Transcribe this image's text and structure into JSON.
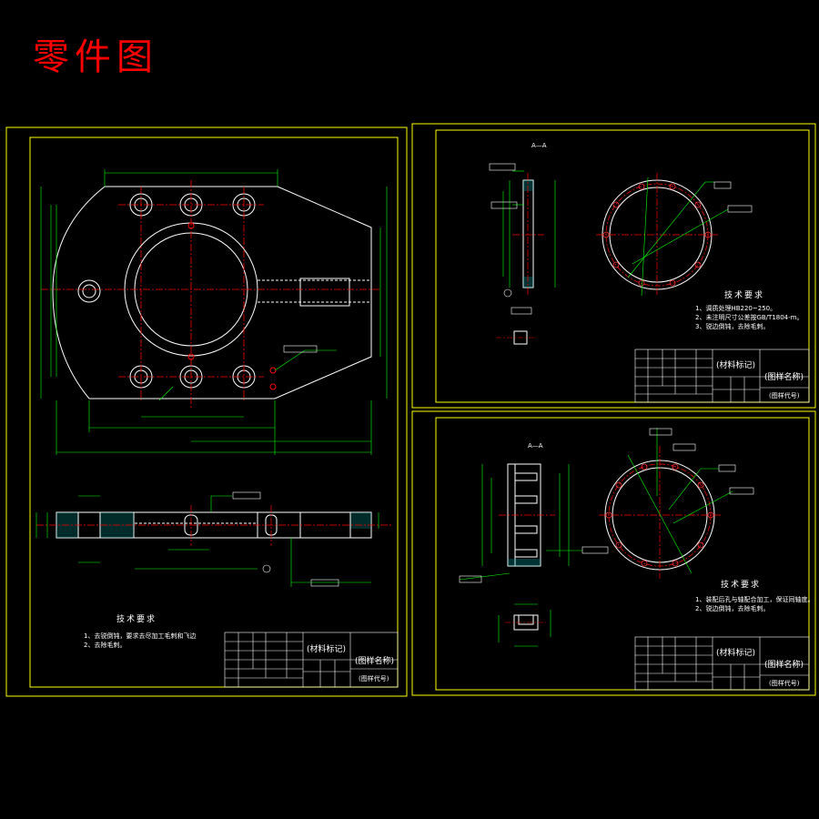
{
  "title": "零件图",
  "sheets": {
    "left": {
      "section_label": "",
      "tech_title": "技术要求",
      "tech_notes": [
        "1、去锐倒钝，要求去尽加工毛刺和飞边",
        "2、去除毛刺。"
      ],
      "material_mark": "(材料标记)",
      "drawing_name": "(图样名称)",
      "drawing_code": "(图样代号)"
    },
    "top_right": {
      "section_label": "A—A",
      "tech_title": "技术要求",
      "tech_notes": [
        "1、调质处理HB220~250。",
        "2、未注明尺寸公差按GB/T1804-m。",
        "3、锐边倒钝，去除毛刺。"
      ],
      "material_mark": "(材料标记)",
      "drawing_name": "(图样名称)",
      "drawing_code": "(图样代号)"
    },
    "bottom_right": {
      "section_label": "A—A",
      "tech_title": "技术要求",
      "tech_notes": [
        "1、装配后孔与轴配合加工，保证同轴度。",
        "2、锐边倒钝，去除毛刺。"
      ],
      "material_mark": "(材料标记)",
      "drawing_name": "(图样名称)",
      "drawing_code": "(图样代号)"
    }
  },
  "colors": {
    "frame": "#ffff00",
    "geometry": "#ffffff",
    "dimension": "#00ff00",
    "centerline": "#ff0000",
    "title": "#ff0000",
    "annotation": "#00ffff"
  }
}
